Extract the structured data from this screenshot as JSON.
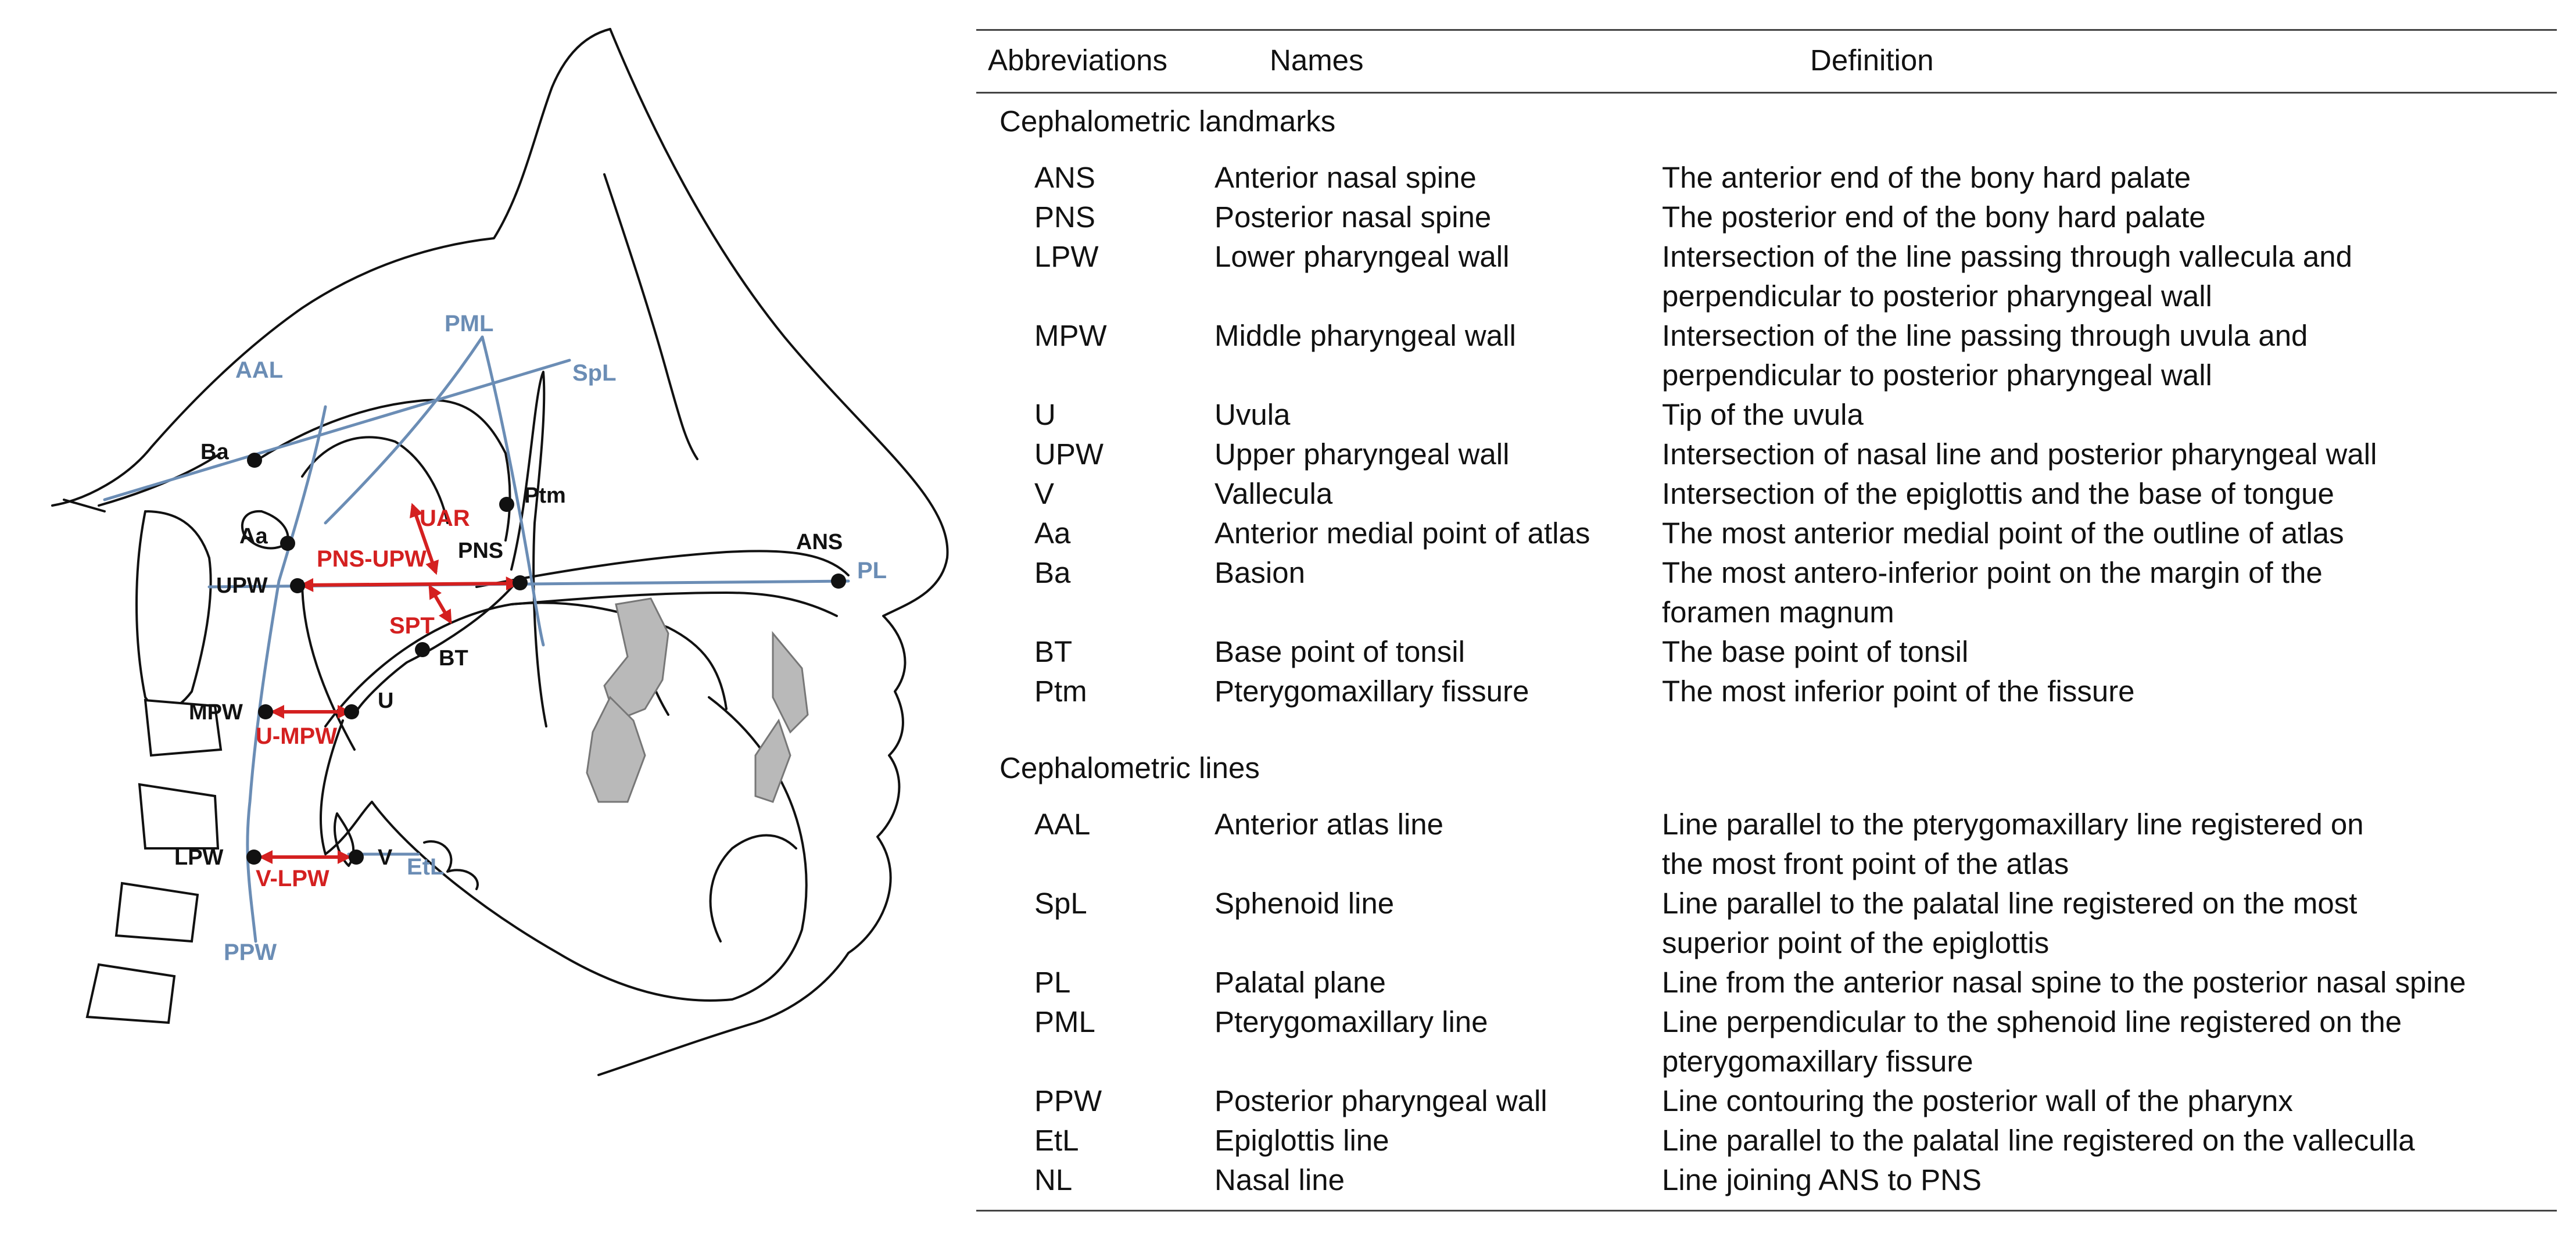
{
  "header": {
    "abbr": "Abbreviations",
    "names": "Names",
    "definition": "Definition"
  },
  "sections": {
    "landmarks": {
      "title": "Cephalometric landmarks",
      "rows": [
        {
          "abbr": "ANS",
          "name": "Anterior nasal spine",
          "def": [
            "The anterior end of the bony hard palate"
          ]
        },
        {
          "abbr": "PNS",
          "name": "Posterior nasal spine",
          "def": [
            "The posterior end of the bony hard palate"
          ]
        },
        {
          "abbr": "LPW",
          "name": "Lower pharyngeal wall",
          "def": [
            "Intersection of the line passing through vallecula and",
            "perpendicular to posterior pharyngeal wall"
          ]
        },
        {
          "abbr": "MPW",
          "name": "Middle pharyngeal wall",
          "def": [
            "Intersection of the line passing through uvula and",
            "perpendicular to posterior pharyngeal wall"
          ]
        },
        {
          "abbr": "U",
          "name": "Uvula",
          "def": [
            "Tip of the uvula"
          ]
        },
        {
          "abbr": "UPW",
          "name": "Upper pharyngeal wall",
          "def": [
            "Intersection of nasal line and posterior pharyngeal wall"
          ]
        },
        {
          "abbr": "V",
          "name": "Vallecula",
          "def": [
            "Intersection of the epiglottis and the base of tongue"
          ]
        },
        {
          "abbr": "Aa",
          "name": "Anterior medial point of atlas",
          "def": [
            "The most anterior medial point of the outline of atlas"
          ]
        },
        {
          "abbr": "Ba",
          "name": "Basion",
          "def": [
            "The most antero-inferior point on the margin of the",
            "foramen magnum"
          ]
        },
        {
          "abbr": "BT",
          "name": "Base point of tonsil",
          "def": [
            "The base point of tonsil"
          ]
        },
        {
          "abbr": "Ptm",
          "name": "Pterygomaxillary fissure",
          "def": [
            "The most inferior point of the fissure"
          ]
        }
      ]
    },
    "lines": {
      "title": "Cephalometric lines",
      "rows": [
        {
          "abbr": "AAL",
          "name": "Anterior atlas line",
          "def": [
            "Line parallel to the pterygomaxillary line registered on",
            "the most front point of the atlas"
          ]
        },
        {
          "abbr": "SpL",
          "name": "Sphenoid line",
          "def": [
            "Line parallel to the palatal line registered on the most",
            "superior point of the epiglottis"
          ]
        },
        {
          "abbr": "PL",
          "name": "Palatal plane",
          "def": [
            "Line from the anterior nasal spine to the posterior nasal spine"
          ]
        },
        {
          "abbr": "PML",
          "name": "Pterygomaxillary line",
          "def": [
            "Line perpendicular to the sphenoid line registered on the",
            "pterygomaxillary fissure"
          ]
        },
        {
          "abbr": "PPW",
          "name": "Posterior pharyngeal wall",
          "def": [
            "Line contouring the posterior wall of the pharynx"
          ]
        },
        {
          "abbr": "EtL",
          "name": "Epiglottis line",
          "def": [
            "Line parallel to the palatal line registered on the valleculla"
          ]
        },
        {
          "abbr": "NL",
          "name": "Nasal line",
          "def": [
            "Line joining ANS to PNS"
          ]
        }
      ]
    }
  },
  "diagram": {
    "colors": {
      "outline": "#111111",
      "reference_lines": "#6b8db5",
      "measurements": "#d42020",
      "teeth": "#b9b9b9"
    },
    "point_labels": {
      "ba": "Ba",
      "aa": "Aa",
      "upw": "UPW",
      "mpw": "MPW",
      "lpw": "LPW",
      "u": "U",
      "v": "V",
      "bt": "BT",
      "pns": "PNS",
      "ptm": "Ptm",
      "ans": "ANS"
    },
    "line_labels": {
      "aal": "AAL",
      "pml": "PML",
      "spl": "SpL",
      "pl": "PL",
      "ppw": "PPW",
      "etl": "EtL"
    },
    "measurement_labels": {
      "uar": "UAR",
      "pns_upw": "PNS-UPW",
      "spt": "SPT",
      "u_mpw": "U-MPW",
      "v_lpw": "V-LPW"
    }
  }
}
